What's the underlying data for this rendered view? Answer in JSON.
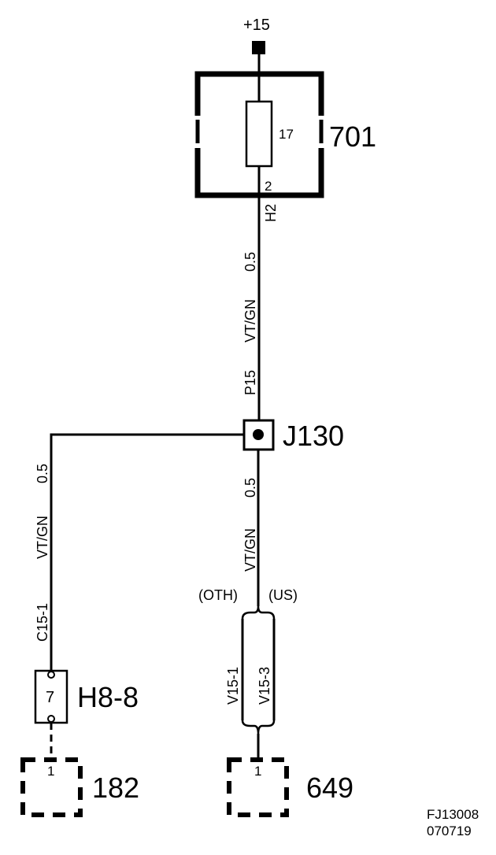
{
  "supply": {
    "label": "+15"
  },
  "fuse_box": {
    "id": "701",
    "fuse_number": "17",
    "pin": "2",
    "connector": "H2"
  },
  "wire_main": {
    "size": "0.5",
    "color": "VT/GN",
    "circuit": "P15"
  },
  "junction": {
    "id": "J130"
  },
  "wire_left": {
    "size": "0.5",
    "color": "VT/GN",
    "circuit": "C15-1"
  },
  "wire_down": {
    "size": "0.5",
    "color": "VT/GN"
  },
  "variants": {
    "left": "(OTH)",
    "right": "(US)",
    "wire_a": "V15-1",
    "wire_b": "V15-3"
  },
  "connector_h8": {
    "id": "H8-8",
    "pin": "7"
  },
  "component_182": {
    "id": "182",
    "pin": "1"
  },
  "component_649": {
    "id": "649",
    "pin": "1"
  },
  "footer": {
    "code": "FJ13008",
    "date": "070719"
  }
}
